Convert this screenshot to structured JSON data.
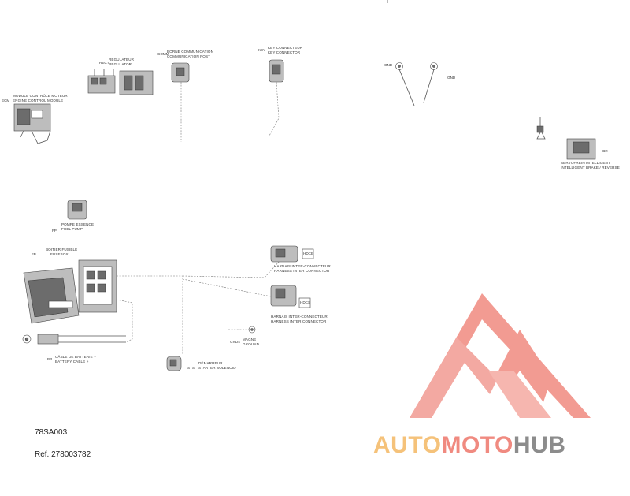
{
  "components": {
    "engine_module": {
      "code": "ECM",
      "line1": "MODULE CONTRÔLE MOTEUR",
      "line2": "ENGINE CONTROL MODULE"
    },
    "regulator": {
      "code": "RECT",
      "line1": "RÉGULATEUR",
      "line2": "REGULATOR"
    },
    "comm_post": {
      "code": "COMM",
      "line1": "BORNE COMMUNICATION",
      "line2": "COMMUNICATION POST"
    },
    "key_connector": {
      "code": "KEY",
      "line1": "KEY CONNECTEUR",
      "line2": "KEY CONNECTOR"
    },
    "gnd_left": {
      "code": "GND"
    },
    "gnd_right": {
      "code": "GND"
    },
    "ibr": {
      "code": "IBR",
      "line1": "SERVOFREIN INTELLIGENT",
      "line2": "INTELLIGENT BRAKE / REVERSE"
    },
    "fuel_pump": {
      "code": "FP",
      "line1": "POMPE ESSENCE",
      "line2": "FUEL PUMP"
    },
    "fusebox": {
      "code": "FB",
      "line1": "BOITIER FUSIBLE",
      "line2": "FUSEBOX"
    },
    "harness_a": {
      "code": "HDCB",
      "line1": "HARNAIS INTER-CONNECTEUR",
      "line2": "HARNESS INTER CONNECTOR"
    },
    "harness_b": {
      "code": "HDCS",
      "line1": "HARNAIS INTER-CONNECTEUR",
      "line2": "HARNESS INTER CONNECTOR"
    },
    "magneto_ground": {
      "code": "GND4",
      "line1": "MAGNÉ",
      "line2": "GROUND"
    },
    "battery_cable": {
      "code": "BP",
      "line1": "CÂBLE DE BATTERIE +",
      "line2": "BATTERY CABLE +"
    },
    "starter_solenoid": {
      "code": "STS",
      "line1": "DÉMARREUR",
      "line2": "STARTER SOLENOID"
    }
  },
  "footer": {
    "diagram_code": "78SA003",
    "reference": "Ref. 278003782"
  },
  "watermark": {
    "part1": "AUTO",
    "part2": "MOTO",
    "part3": "HUB",
    "colors": {
      "auto": "#f5c27a",
      "moto": "#f08a80",
      "hub": "#8c8c8c",
      "triangle": "#f08a80"
    }
  }
}
